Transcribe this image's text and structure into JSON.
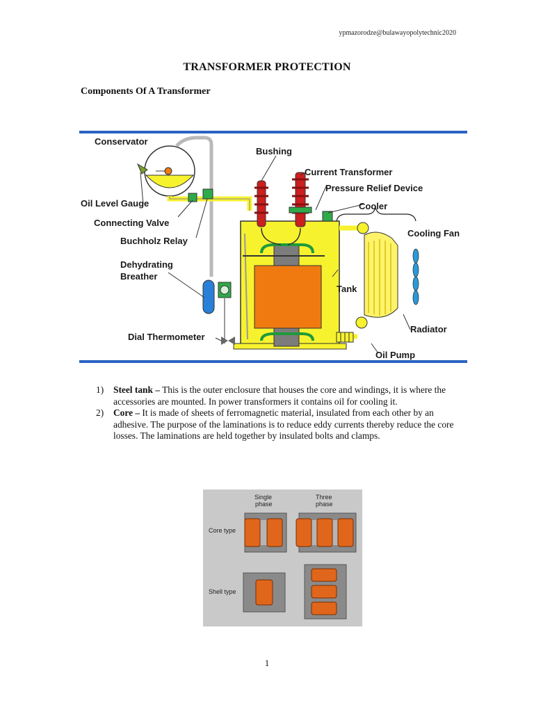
{
  "header": {
    "email": "ypmazorodze@bulawayopolytechnic2020"
  },
  "title": "TRANSFORMER PROTECTION",
  "section_heading": "Components Of A Transformer",
  "diagram1": {
    "labels": {
      "conservator": "Conservator",
      "bushing": "Bushing",
      "current_transformer": "Current Transformer",
      "pressure_relief": "Pressure Relief Device",
      "oil_level_gauge": "Oil Level Gauge",
      "cooler": "Cooler",
      "connecting_valve": "Connecting Valve",
      "cooling_fan": "Cooling Fan",
      "buchholz": "Buchholz Relay",
      "dehydrating_1": "Dehydrating",
      "dehydrating_2": "Breather",
      "tank": "Tank",
      "radiator": "Radiator",
      "dial_thermometer": "Dial Thermometer",
      "oil_pump": "Oil Pump"
    },
    "colors": {
      "oil": "#f7f22e",
      "core": "#f07a10",
      "bushing": "#cc1f1f",
      "pipe": "#b9b9b9",
      "winding": "#1f9a3a",
      "cooler_fill": "#fff36a"
    }
  },
  "list": [
    {
      "num": "1)",
      "term": "Steel tank –",
      "text": " This is the outer enclosure that houses the core and windings, it is where the accessories are mounted. In power transformers it contains oil for cooling it."
    },
    {
      "num": "2)",
      "term": "Core –",
      "text": " It is made of sheets of ferromagnetic material, insulated from each other by an adhesive. The purpose of the laminations is to reduce eddy currents thereby reduce the core losses. The laminations are held together by insulated bolts and clamps."
    }
  ],
  "diagram2": {
    "single_phase_1": "Single",
    "single_phase_2": "phase",
    "three_phase_1": "Three",
    "three_phase_2": "phase",
    "core_type": "Core type",
    "shell_type": "Shell type",
    "colors": {
      "background": "#c9c9c9",
      "coil": "#e0661c",
      "steel": "#8a8a8a"
    }
  },
  "page_number": "1"
}
